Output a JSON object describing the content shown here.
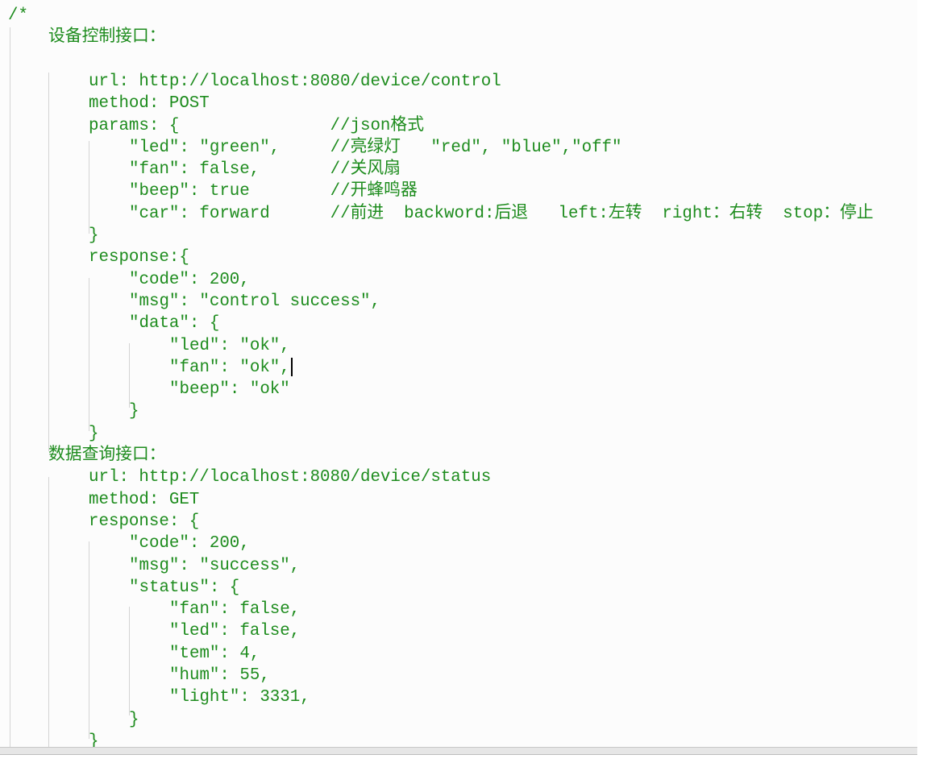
{
  "editor": {
    "text_color": "#1e8c1e",
    "cursor_line": 17,
    "lines": [
      {
        "indent": 0,
        "text": "/*"
      },
      {
        "indent": 1,
        "text": "设备控制接口："
      },
      {
        "indent": 0,
        "text": ""
      },
      {
        "indent": 2,
        "text": "url: http://localhost:8080/device/control"
      },
      {
        "indent": 2,
        "text": "method: POST"
      },
      {
        "indent": 2,
        "text": "params: {               //json格式"
      },
      {
        "indent": 3,
        "text": "\"led\": \"green\",     //亮绿灯   \"red\", \"blue\",\"off\""
      },
      {
        "indent": 3,
        "text": "\"fan\": false,       //关风扇"
      },
      {
        "indent": 3,
        "text": "\"beep\": true        //开蜂鸣器"
      },
      {
        "indent": 3,
        "text": "\"car\": forward      //前进  backword:后退   left:左转  right：右转  stop：停止"
      },
      {
        "indent": 2,
        "text": "}"
      },
      {
        "indent": 2,
        "text": "response:{"
      },
      {
        "indent": 3,
        "text": "\"code\": 200,"
      },
      {
        "indent": 3,
        "text": "\"msg\": \"control success\","
      },
      {
        "indent": 3,
        "text": "\"data\": {"
      },
      {
        "indent": 4,
        "text": "\"led\": \"ok\","
      },
      {
        "indent": 4,
        "text": "\"fan\": \"ok\","
      },
      {
        "indent": 4,
        "text": "\"beep\": \"ok\""
      },
      {
        "indent": 3,
        "text": "}"
      },
      {
        "indent": 2,
        "text": "}"
      },
      {
        "indent": 1,
        "text": "数据查询接口："
      },
      {
        "indent": 2,
        "text": "url: http://localhost:8080/device/status"
      },
      {
        "indent": 2,
        "text": "method: GET"
      },
      {
        "indent": 2,
        "text": "response: {"
      },
      {
        "indent": 3,
        "text": "\"code\": 200,"
      },
      {
        "indent": 3,
        "text": "\"msg\": \"success\","
      },
      {
        "indent": 3,
        "text": "\"status\": {"
      },
      {
        "indent": 4,
        "text": "\"fan\": false,"
      },
      {
        "indent": 4,
        "text": "\"led\": false,"
      },
      {
        "indent": 4,
        "text": "\"tem\": 4,"
      },
      {
        "indent": 4,
        "text": "\"hum\": 55,"
      },
      {
        "indent": 4,
        "text": "\"light\": 3331,"
      },
      {
        "indent": 3,
        "text": "}"
      },
      {
        "indent": 2,
        "text": "}"
      }
    ]
  }
}
